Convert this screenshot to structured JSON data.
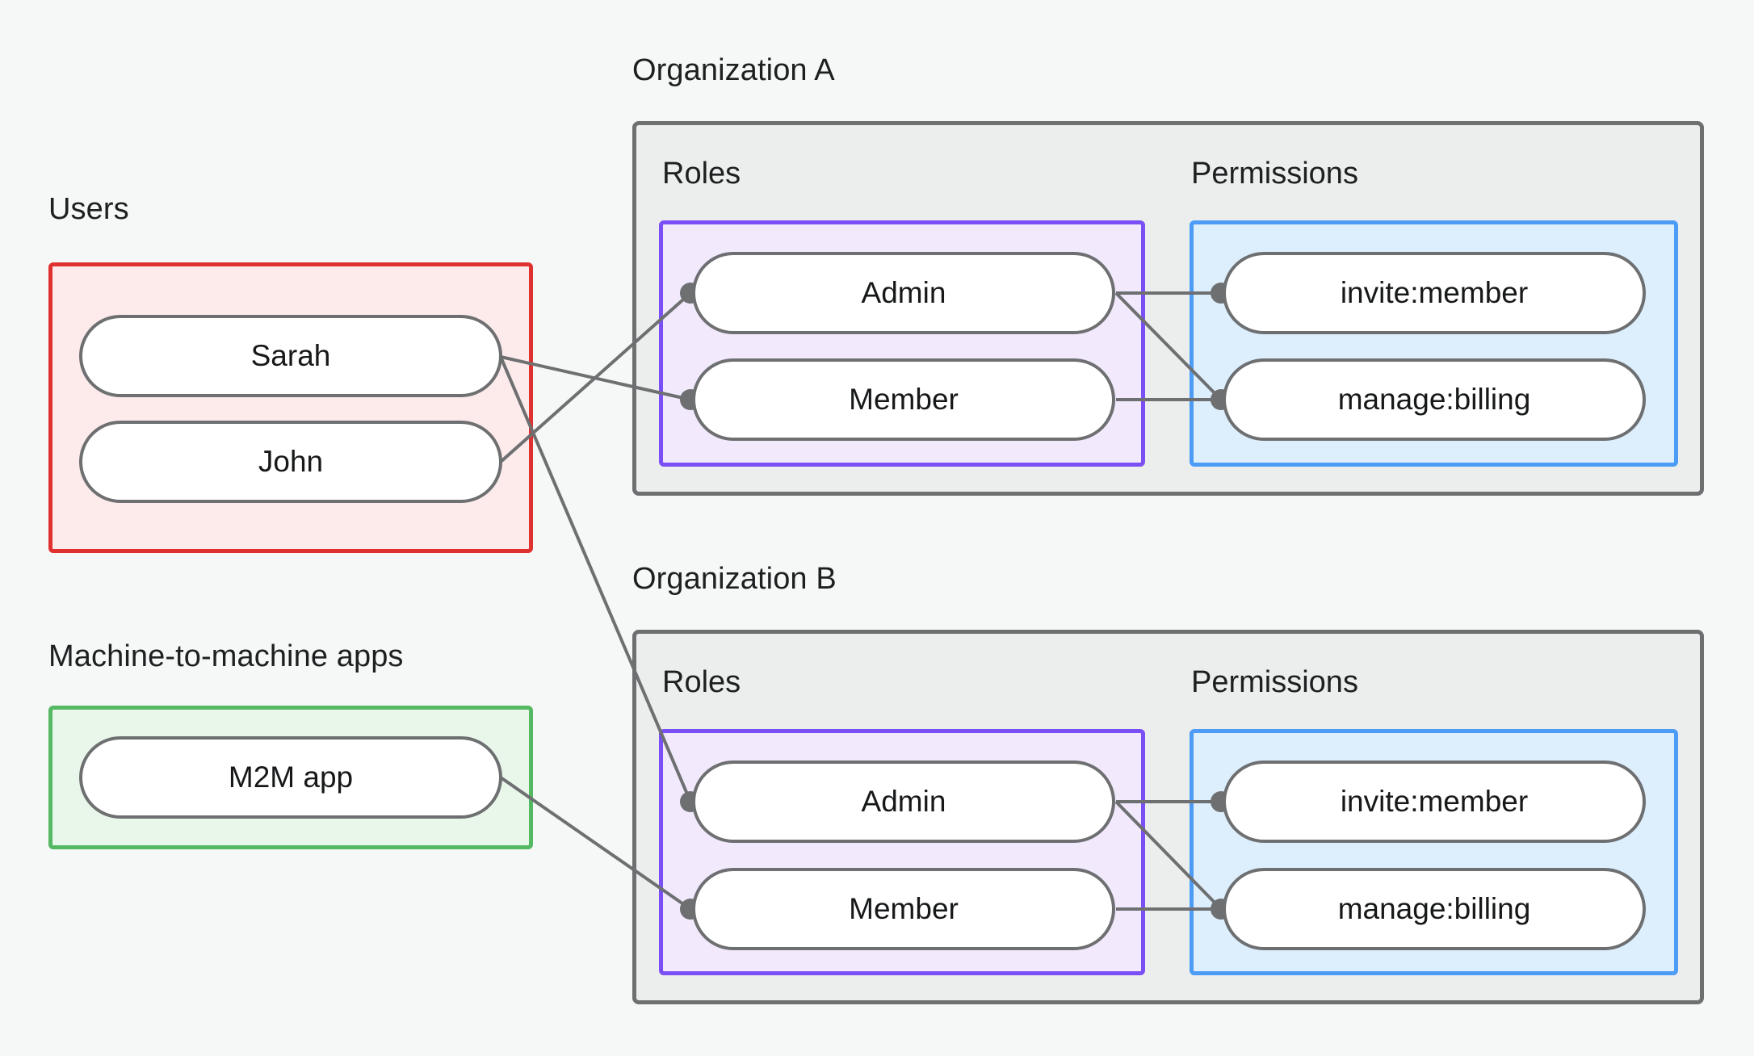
{
  "diagram": {
    "title_labels": {
      "users": "Users",
      "m2m": "Machine-to-machine apps",
      "org_a": "Organization A",
      "org_b": "Organization B"
    },
    "section_labels": {
      "roles": "Roles",
      "permissions": "Permissions"
    },
    "colors": {
      "background": "#f6f8f7",
      "users_border": "#e03131",
      "users_fill": "#fdeaea",
      "m2m_border": "#55b863",
      "m2m_fill": "#e9f7ea",
      "org_border": "#6d6f71",
      "org_fill": "#eceeed",
      "roles_border": "#7a4ff5",
      "roles_fill": "#f2e9fd",
      "permissions_border": "#4c9bf5",
      "permissions_fill": "#ddeefd",
      "node_border": "#6d6f71",
      "node_fill": "#ffffff",
      "edge": "#6d6f71",
      "text": "#16181a"
    },
    "users": {
      "label": "Users",
      "nodes": [
        {
          "id": "sarah",
          "label": "Sarah"
        },
        {
          "id": "john",
          "label": "John"
        }
      ]
    },
    "m2m": {
      "label": "Machine-to-machine apps",
      "nodes": [
        {
          "id": "m2m_app",
          "label": "M2M app"
        }
      ]
    },
    "organizations": [
      {
        "id": "org_a",
        "label": "Organization A",
        "roles_label": "Roles",
        "permissions_label": "Permissions",
        "roles": [
          {
            "id": "a_admin",
            "label": "Admin"
          },
          {
            "id": "a_member",
            "label": "Member"
          }
        ],
        "permissions": [
          {
            "id": "a_invite",
            "label": "invite:member"
          },
          {
            "id": "a_billing",
            "label": "manage:billing"
          }
        ]
      },
      {
        "id": "org_b",
        "label": "Organization B",
        "roles_label": "Roles",
        "permissions_label": "Permissions",
        "roles": [
          {
            "id": "b_admin",
            "label": "Admin"
          },
          {
            "id": "b_member",
            "label": "Member"
          }
        ],
        "permissions": [
          {
            "id": "b_invite",
            "label": "invite:member"
          },
          {
            "id": "b_billing",
            "label": "manage:billing"
          }
        ]
      }
    ],
    "edges": [
      {
        "from": "sarah",
        "to": "a_member",
        "marker_at_target": true
      },
      {
        "from": "sarah",
        "to": "b_admin",
        "marker_at_target": true
      },
      {
        "from": "john",
        "to": "a_admin",
        "marker_at_target": true
      },
      {
        "from": "m2m_app",
        "to": "b_member",
        "marker_at_target": true
      },
      {
        "from": "a_admin",
        "to": "a_invite",
        "marker_at_target": true
      },
      {
        "from": "a_admin",
        "to": "a_billing",
        "marker_at_target": true
      },
      {
        "from": "a_member",
        "to": "a_billing",
        "marker_at_target": true
      },
      {
        "from": "b_admin",
        "to": "b_invite",
        "marker_at_target": true
      },
      {
        "from": "b_admin",
        "to": "b_billing",
        "marker_at_target": true
      },
      {
        "from": "b_member",
        "to": "b_billing",
        "marker_at_target": true
      }
    ]
  }
}
